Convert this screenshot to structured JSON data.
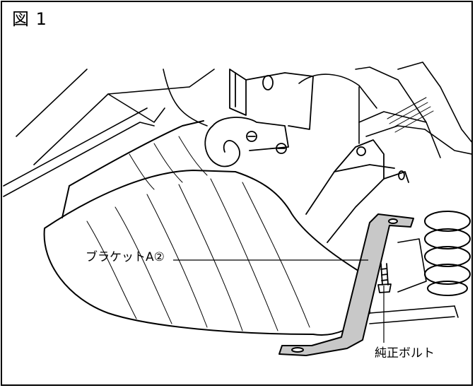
{
  "figure": {
    "label": "図 1"
  },
  "callouts": {
    "bracket": "ブラケットA②",
    "bolt": "純正ボルト"
  },
  "colors": {
    "line": "#000000",
    "bracket_fill": "#c8c8c8",
    "background": "#ffffff"
  }
}
